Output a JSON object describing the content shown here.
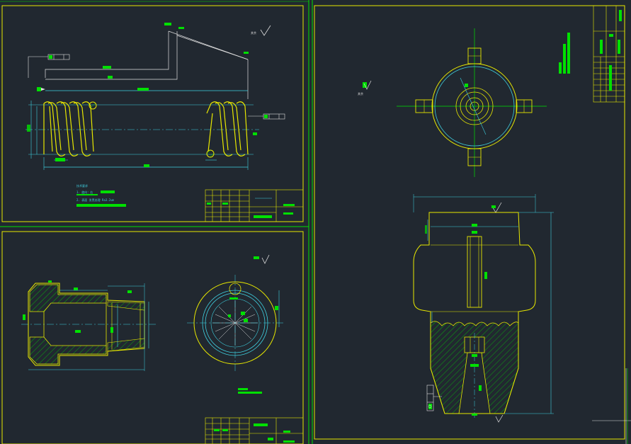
{
  "canvas": {
    "background": "#212830",
    "frame_color": "#e8e800",
    "dimension_color": "#3fd0e0",
    "highlight_color": "#00e000",
    "white": "#e0e0e0"
  },
  "sheets": {
    "spring": {
      "notes_title": "技术要求",
      "note_1": "1. 旋向：右",
      "note_2": "2. 表面 发黑处理 Ra3.2um"
    },
    "bushing": {},
    "housing": {}
  }
}
